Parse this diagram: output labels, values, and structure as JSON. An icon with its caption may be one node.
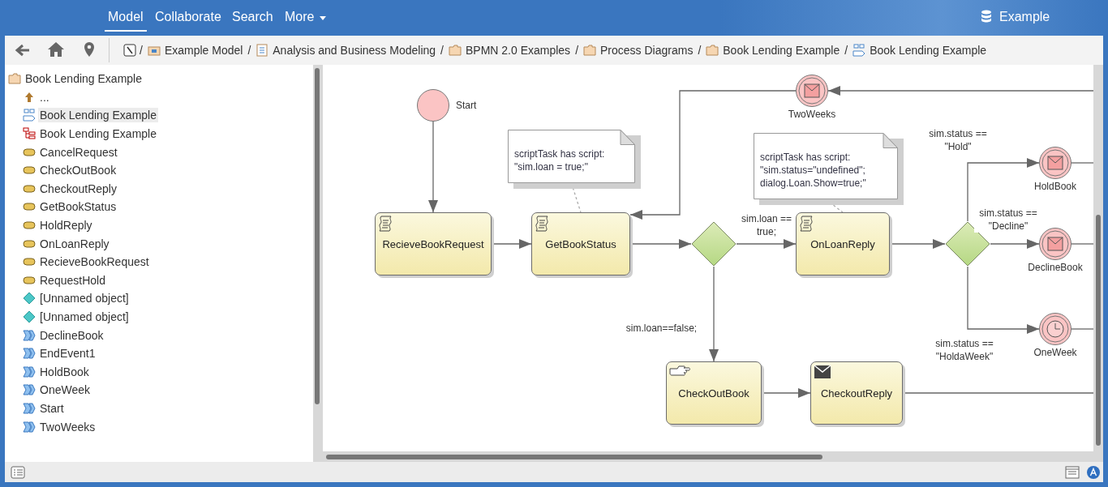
{
  "diagram": {
    "nodes": [
      {
        "text": [
          "Start"
        ]
      },
      {
        "text": [
          "RecieveBookRequest"
        ]
      },
      {
        "text": [
          "GetBookStatus"
        ]
      },
      {
        "text": [
          "scriptTask has script: \"sim.loan = true;\""
        ]
      },
      {
        "text": [],
        "shape": "diamond"
      },
      {
        "text": [
          "OnLoanReply"
        ]
      },
      {
        "text": [
          "scriptTask has script: \"sim.status=\"undefined\"; dialog.Loan.Show=true;\""
        ]
      },
      {
        "text": [],
        "shape": "diamond"
      },
      {
        "text": [
          "TwoWeeks"
        ]
      },
      {
        "text": [
          "HoldBook"
        ]
      },
      {
        "text": [
          "DeclineBook"
        ]
      },
      {
        "text": [
          "OneWeek"
        ]
      },
      {
        "text": [
          "CheckOutBook"
        ]
      },
      {
        "text": [
          "CheckoutReply"
        ]
      }
    ],
    "edges": [
      {
        "from": 0,
        "to": 1,
        "arrow": "to"
      },
      {
        "from": 1,
        "to": 2,
        "arrow": "to"
      },
      {
        "from": 2,
        "to": 4,
        "arrow": "to"
      },
      {
        "from": 4,
        "to": 5,
        "arrow": "to",
        "label": "sim.loan == true;"
      },
      {
        "from": 4,
        "to": 12,
        "arrow": "to",
        "label": "sim.loan==false;"
      },
      {
        "from": 5,
        "to": 7,
        "arrow": "to"
      },
      {
        "from": 7,
        "to": 9,
        "arrow": "to",
        "label": "sim.status == \"Hold\""
      },
      {
        "from": 7,
        "to": 10,
        "arrow": "to",
        "label": "sim.status == \"Decline\""
      },
      {
        "from": 7,
        "to": 11,
        "arrow": "to",
        "label": "sim.status == \"HoldaWeek\""
      },
      {
        "from": 12,
        "to": 13,
        "arrow": "to"
      },
      {
        "from": 13,
        "to": null,
        "arrow": "none"
      },
      {
        "from": 9,
        "to": null,
        "arrow": "none"
      },
      {
        "from": 10,
        "to": null,
        "arrow": "none"
      },
      {
        "from": 11,
        "to": null,
        "arrow": "none"
      },
      {
        "from": null,
        "to": 8,
        "arrow": "to"
      },
      {
        "from": 8,
        "to": 2,
        "arrow": "to"
      },
      {
        "from": 3,
        "to": 2,
        "arrow": "none",
        "style": "dashed",
        "color": "#aaaaaa"
      },
      {
        "from": 6,
        "to": 5,
        "arrow": "none",
        "style": "dashed",
        "color": "#aaaaaa"
      }
    ],
    "labels": [
      "Model",
      "Collaborate",
      "Search",
      "More",
      "Example",
      "/",
      "Example Model",
      "/",
      "Analysis and Business Modeling",
      "/",
      "BPMN 2.0 Examples",
      "/",
      "Process Diagrams",
      "/",
      "Book Lending Example",
      "/",
      "Book Lending Example",
      "Book Lending Example",
      "...",
      "Book Lending Example",
      "Book Lending Example",
      "CancelRequest",
      "CheckOutBook",
      "CheckoutReply",
      "GetBookStatus",
      "HoldReply",
      "OnLoanReply",
      "RecieveBookRequest",
      "RequestHold",
      "[Unnamed object]",
      "[Unnamed object]",
      "DeclineBook",
      "EndEvent1",
      "HoldBook",
      "OneWeek",
      "Start",
      "TwoWeeks"
    ]
  }
}
